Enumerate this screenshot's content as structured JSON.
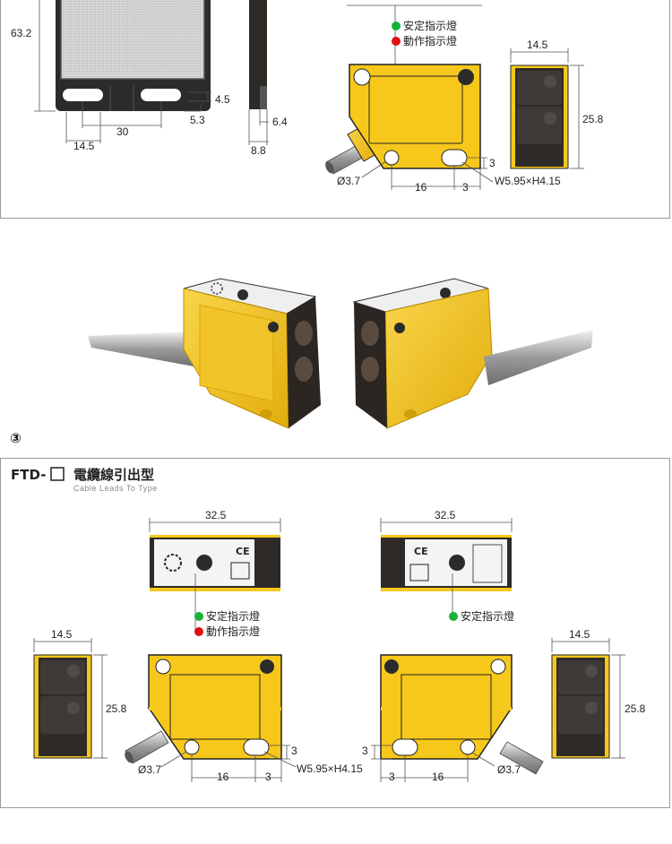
{
  "top": {
    "dims": {
      "height_63_2": "63.2",
      "gap_4_5": "4.5",
      "gap_5_3": "5.3",
      "width_30": "30",
      "width_14_5": "14.5",
      "side_6_4": "6.4",
      "side_8_8": "8.8",
      "front_width": "14.5",
      "front_height": "25.8",
      "hole_dia": "Ø3.7",
      "hole_spacing": "16",
      "slot_offset": "3",
      "slot_edge": "3",
      "slot_size": "W5.95×H4.15"
    },
    "legend": {
      "stable": "安定指示燈",
      "operating": "動作指示燈"
    }
  },
  "section_number": "③",
  "bottom": {
    "title_prefix": "FTD-",
    "title_cn": "電纜線引出型",
    "subtitle": "Cable Leads To Type",
    "left": {
      "top_width": "32.5",
      "legend_stable": "安定指示燈",
      "legend_operating": "動作指示燈",
      "front_width": "14.5",
      "front_height": "25.8",
      "hole_dia": "Ø3.7",
      "hole_spacing": "16",
      "slot_offset": "3",
      "slot_edge": "3",
      "slot_size": "W5.95×H4.15"
    },
    "right": {
      "top_width": "32.5",
      "legend_stable": "安定指示燈",
      "front_width": "14.5",
      "front_height": "25.8",
      "hole_dia": "Ø3.7",
      "hole_spacing": "16",
      "slot_offset": "3",
      "slot_edge": "3"
    }
  },
  "colors": {
    "yellow": "#f6c81b",
    "dark_body": "#2e2a27",
    "indicator_green": "#18b23a",
    "indicator_red": "#e01010",
    "dim_line": "#555555"
  }
}
